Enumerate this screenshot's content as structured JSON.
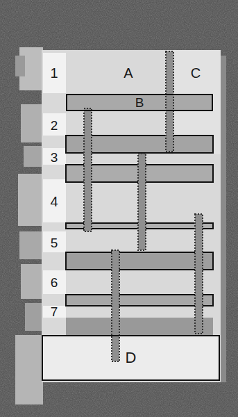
{
  "diagram": {
    "nodes": [
      {
        "text": [
          "B"
        ]
      },
      {
        "text": [
          "D"
        ]
      }
    ],
    "labels": [
      "1",
      "A",
      "C",
      "2",
      "3",
      "4",
      "5",
      "6",
      "7"
    ]
  }
}
